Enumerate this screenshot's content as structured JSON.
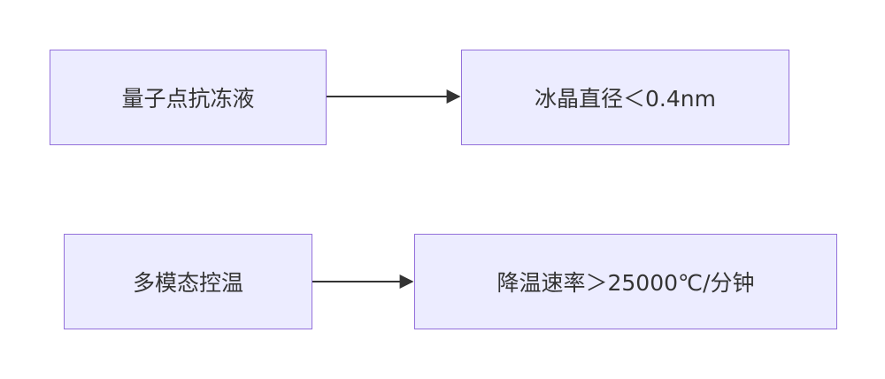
{
  "nodes": [
    {
      "label": "量子点抗冻液"
    },
    {
      "label": "冰晶直径＜0.4nm"
    },
    {
      "label": "多模态控温"
    },
    {
      "label": "降温速率＞25000℃/分钟"
    }
  ],
  "colors": {
    "fill": "#ECECFF",
    "stroke": "#9370DB",
    "edge": "#333333",
    "text": "#333333"
  }
}
